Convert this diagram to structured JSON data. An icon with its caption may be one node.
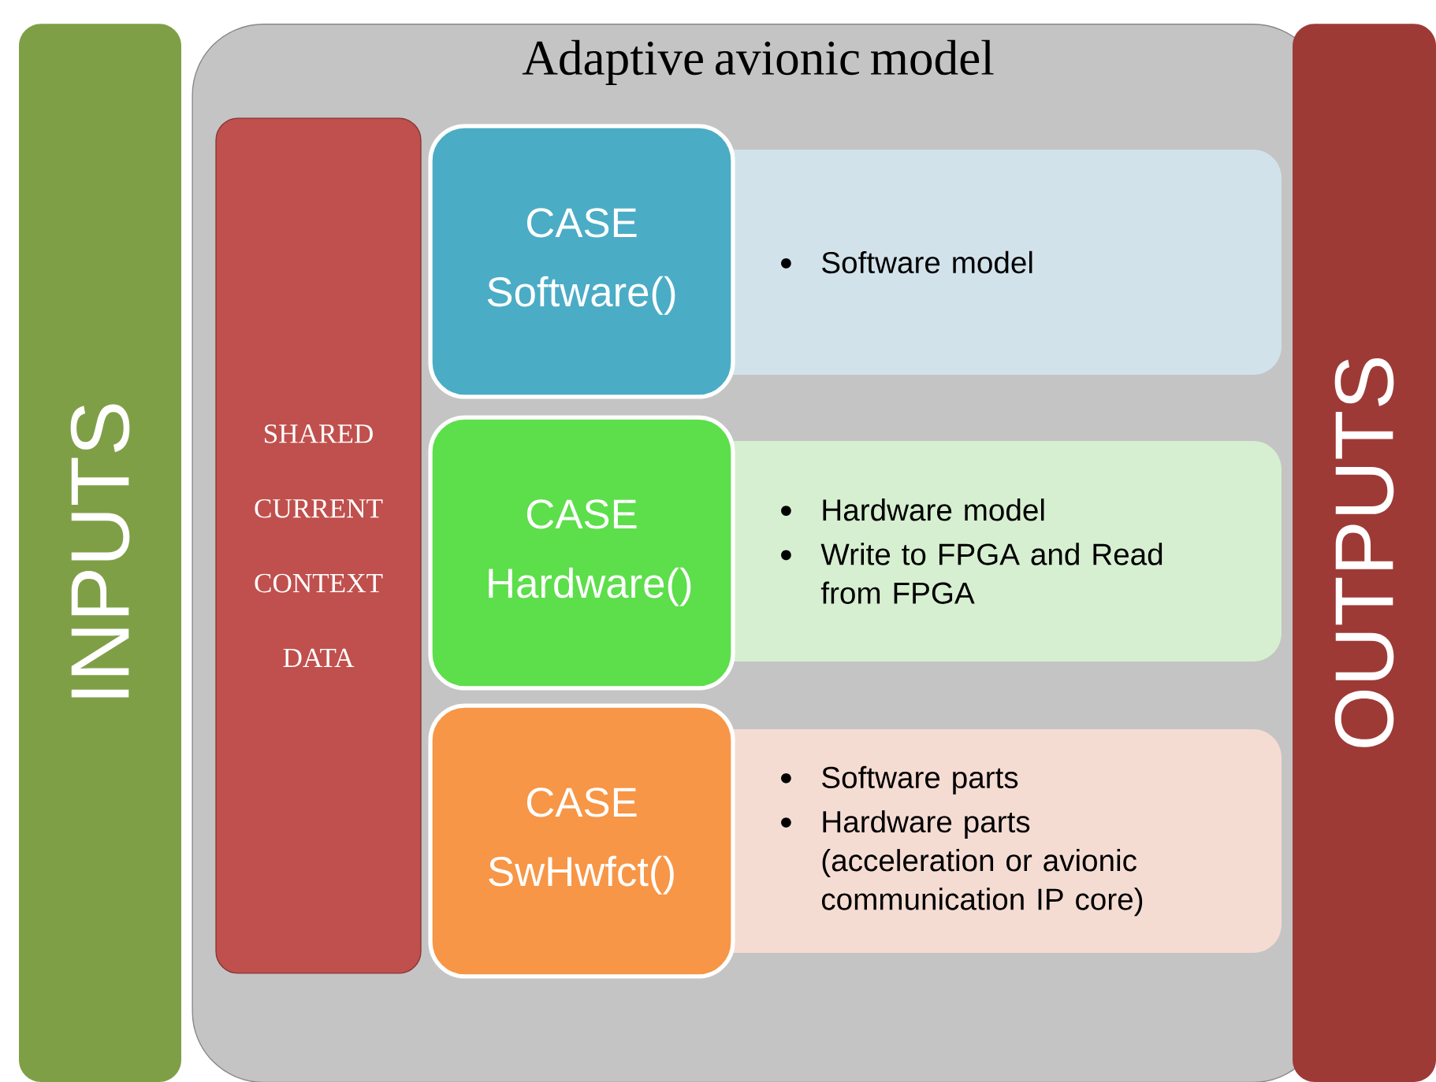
{
  "diagram": {
    "nodes": [
      {
        "text": [
          "INPUTS"
        ]
      },
      {
        "text": [
          "Adaptive avionic model"
        ]
      },
      {
        "text": [
          "SHARED CURRENT CONTEXT DATA"
        ],
        "in": 1
      },
      {
        "text": [
          "CASE Software()"
        ],
        "in": 1
      },
      {
        "text": [
          "Software model"
        ],
        "in": 1
      },
      {
        "text": [
          "CASE Hardware()"
        ],
        "in": 1
      },
      {
        "text": [
          "Hardware model",
          "Write to FPGA and Read from FPGA"
        ],
        "in": 1
      },
      {
        "text": [
          "CASE SwHwfct()"
        ],
        "in": 1
      },
      {
        "text": [
          "Software parts",
          "Hardware parts (acceleration or avionic communication IP core)"
        ],
        "in": 1
      },
      {
        "text": [
          "OUTPUTS"
        ]
      }
    ],
    "edges": []
  }
}
